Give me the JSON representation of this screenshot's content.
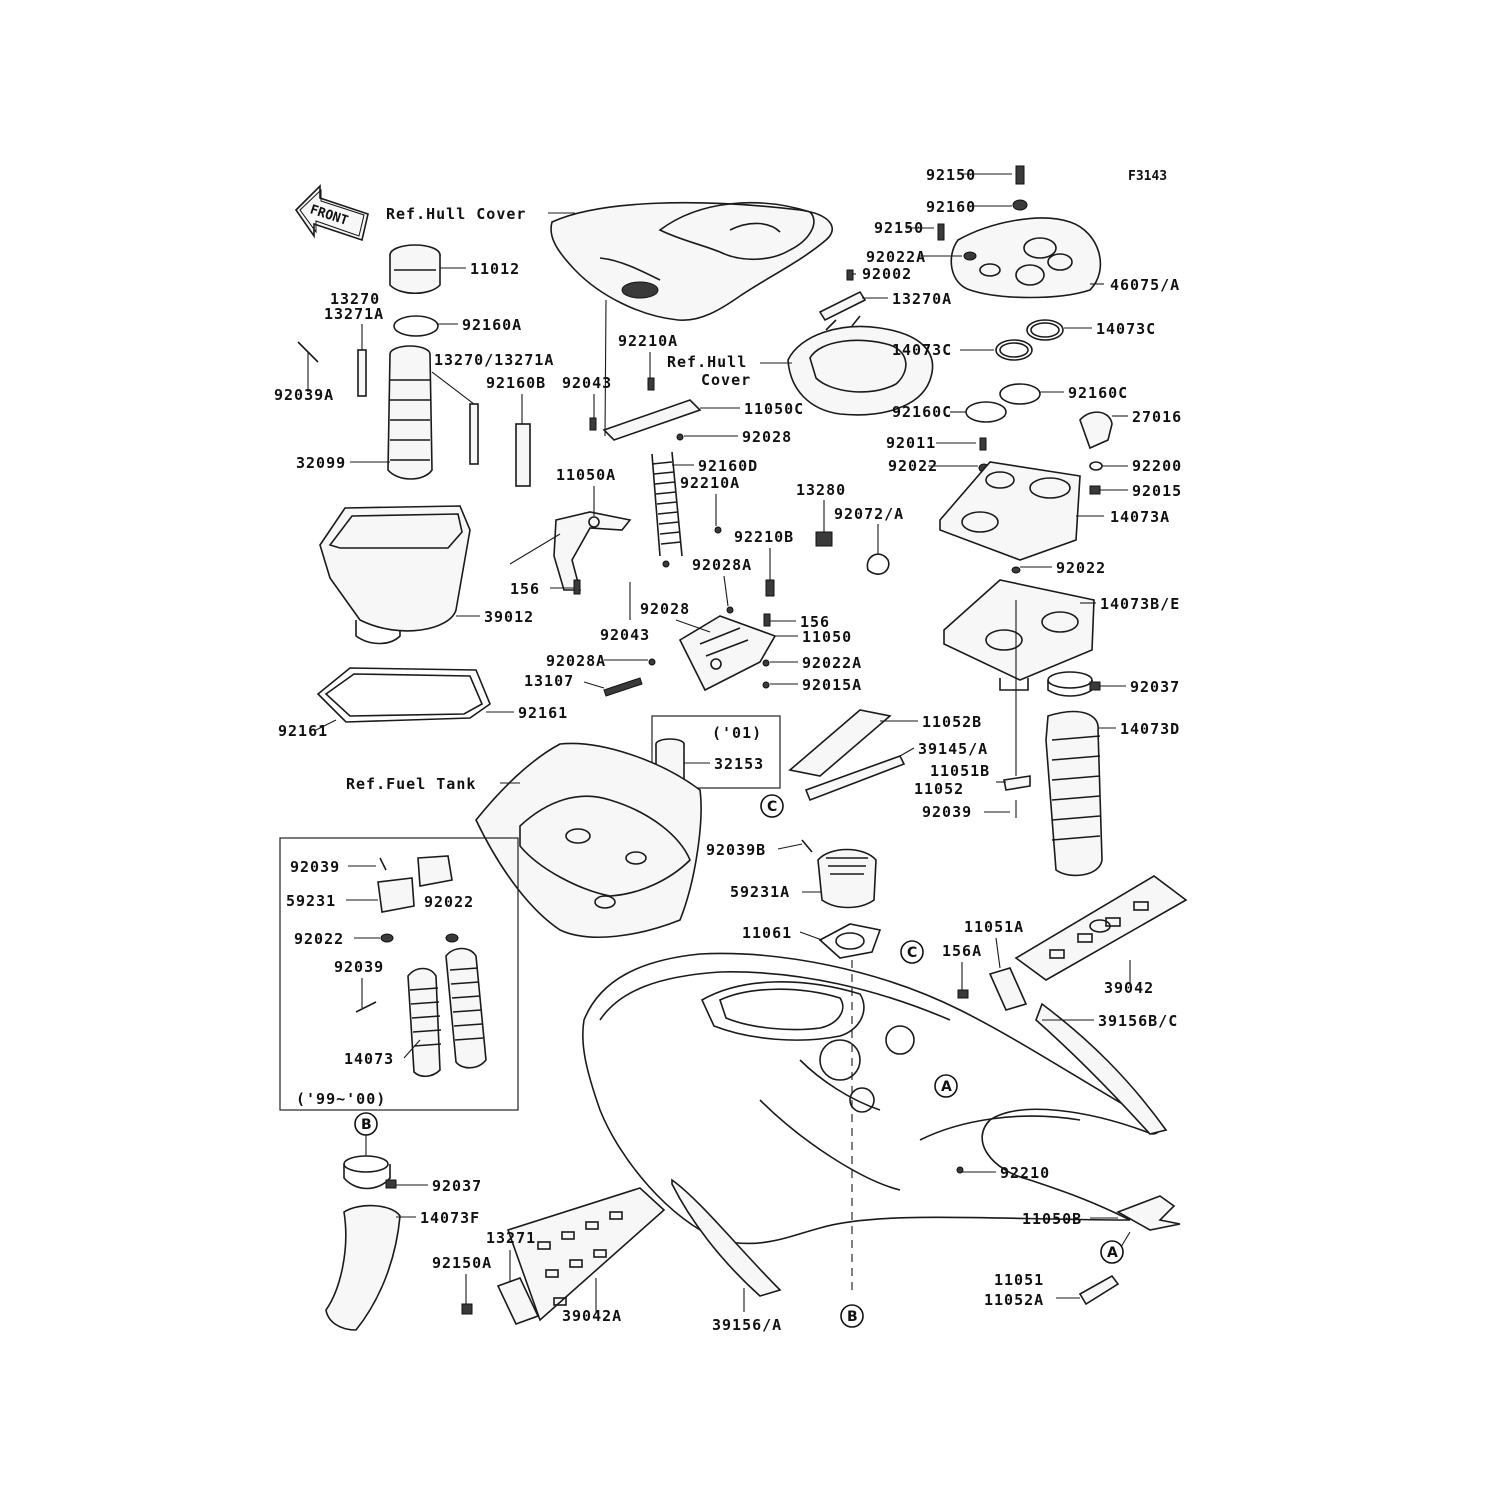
{
  "diagram_code": "F3143",
  "front_label": "FRONT",
  "refs": {
    "hull_cover_top": "Ref.Hull Cover",
    "hull_cover_mid_1": "Ref.Hull",
    "hull_cover_mid_2": "Cover",
    "fuel_tank": "Ref.Fuel Tank"
  },
  "inset_labels": {
    "year_01": "('01)",
    "year_99_00": "('99~'00)"
  },
  "circle_refs": {
    "A": "A",
    "B": "B",
    "C": "C"
  },
  "labels": {
    "p92150_top": "92150",
    "p92160": "92160",
    "p92150_b": "92150",
    "p92022A_top": "92022A",
    "p92002": "92002",
    "p13270A": "13270A",
    "p46075": "46075/A",
    "p14073C_r": "14073C",
    "p14073C_l": "14073C",
    "p92160C_r": "92160C",
    "p92160C_l": "92160C",
    "p27016": "27016",
    "p92011": "92011",
    "p92022_a": "92022",
    "p92200": "92200",
    "p92015": "92015",
    "p14073A": "14073A",
    "p92022_b": "92022",
    "p14073BE": "14073B/E",
    "p92037_r": "92037",
    "p14073D": "14073D",
    "p11012": "11012",
    "p13270": "13270",
    "p13271A": "13271A",
    "p92160A": "92160A",
    "p13270_13271A": "13270/13271A",
    "p92039A": "92039A",
    "p92160B": "92160B",
    "p92043_top": "92043",
    "p92210A_top": "92210A",
    "p11050C": "11050C",
    "p92028": "92028",
    "p32099": "32099",
    "p11050A": "11050A",
    "p92160D": "92160D",
    "p92210A_b": "92210A",
    "p13280": "13280",
    "p92072": "92072/A",
    "p92210B": "92210B",
    "p92028A_a": "92028A",
    "p156_a": "156",
    "p92028_b": "92028",
    "p156_b": "156",
    "p11050": "11050",
    "p39012": "39012",
    "p92043_b": "92043",
    "p92028A_b": "92028A",
    "p92022A_b": "92022A",
    "p13107": "13107",
    "p92015A": "92015A",
    "p92161_r": "92161",
    "p92161_l": "92161",
    "p11052B": "11052B",
    "p39145A": "39145/A",
    "p32153": "32153",
    "p11051B": "11051B",
    "p11052": "11052",
    "p92039_r": "92039",
    "p92039B": "92039B",
    "p59231A": "59231A",
    "p11061": "11061",
    "p11051A": "11051A",
    "p156A": "156A",
    "p39042": "39042",
    "p39156BC": "39156B/C",
    "p92210": "92210",
    "p11050B": "11050B",
    "p11051": "11051",
    "p11052A": "11052A",
    "p39156A": "39156/A",
    "p39042A": "39042A",
    "p13271": "13271",
    "p92150A": "92150A",
    "p92037_l": "92037",
    "p14073F": "14073F",
    "inset_92039_a": "92039",
    "inset_59231": "59231",
    "inset_92022_a": "92022",
    "inset_92022_b": "92022",
    "inset_92039_b": "92039",
    "inset_14073": "14073"
  }
}
